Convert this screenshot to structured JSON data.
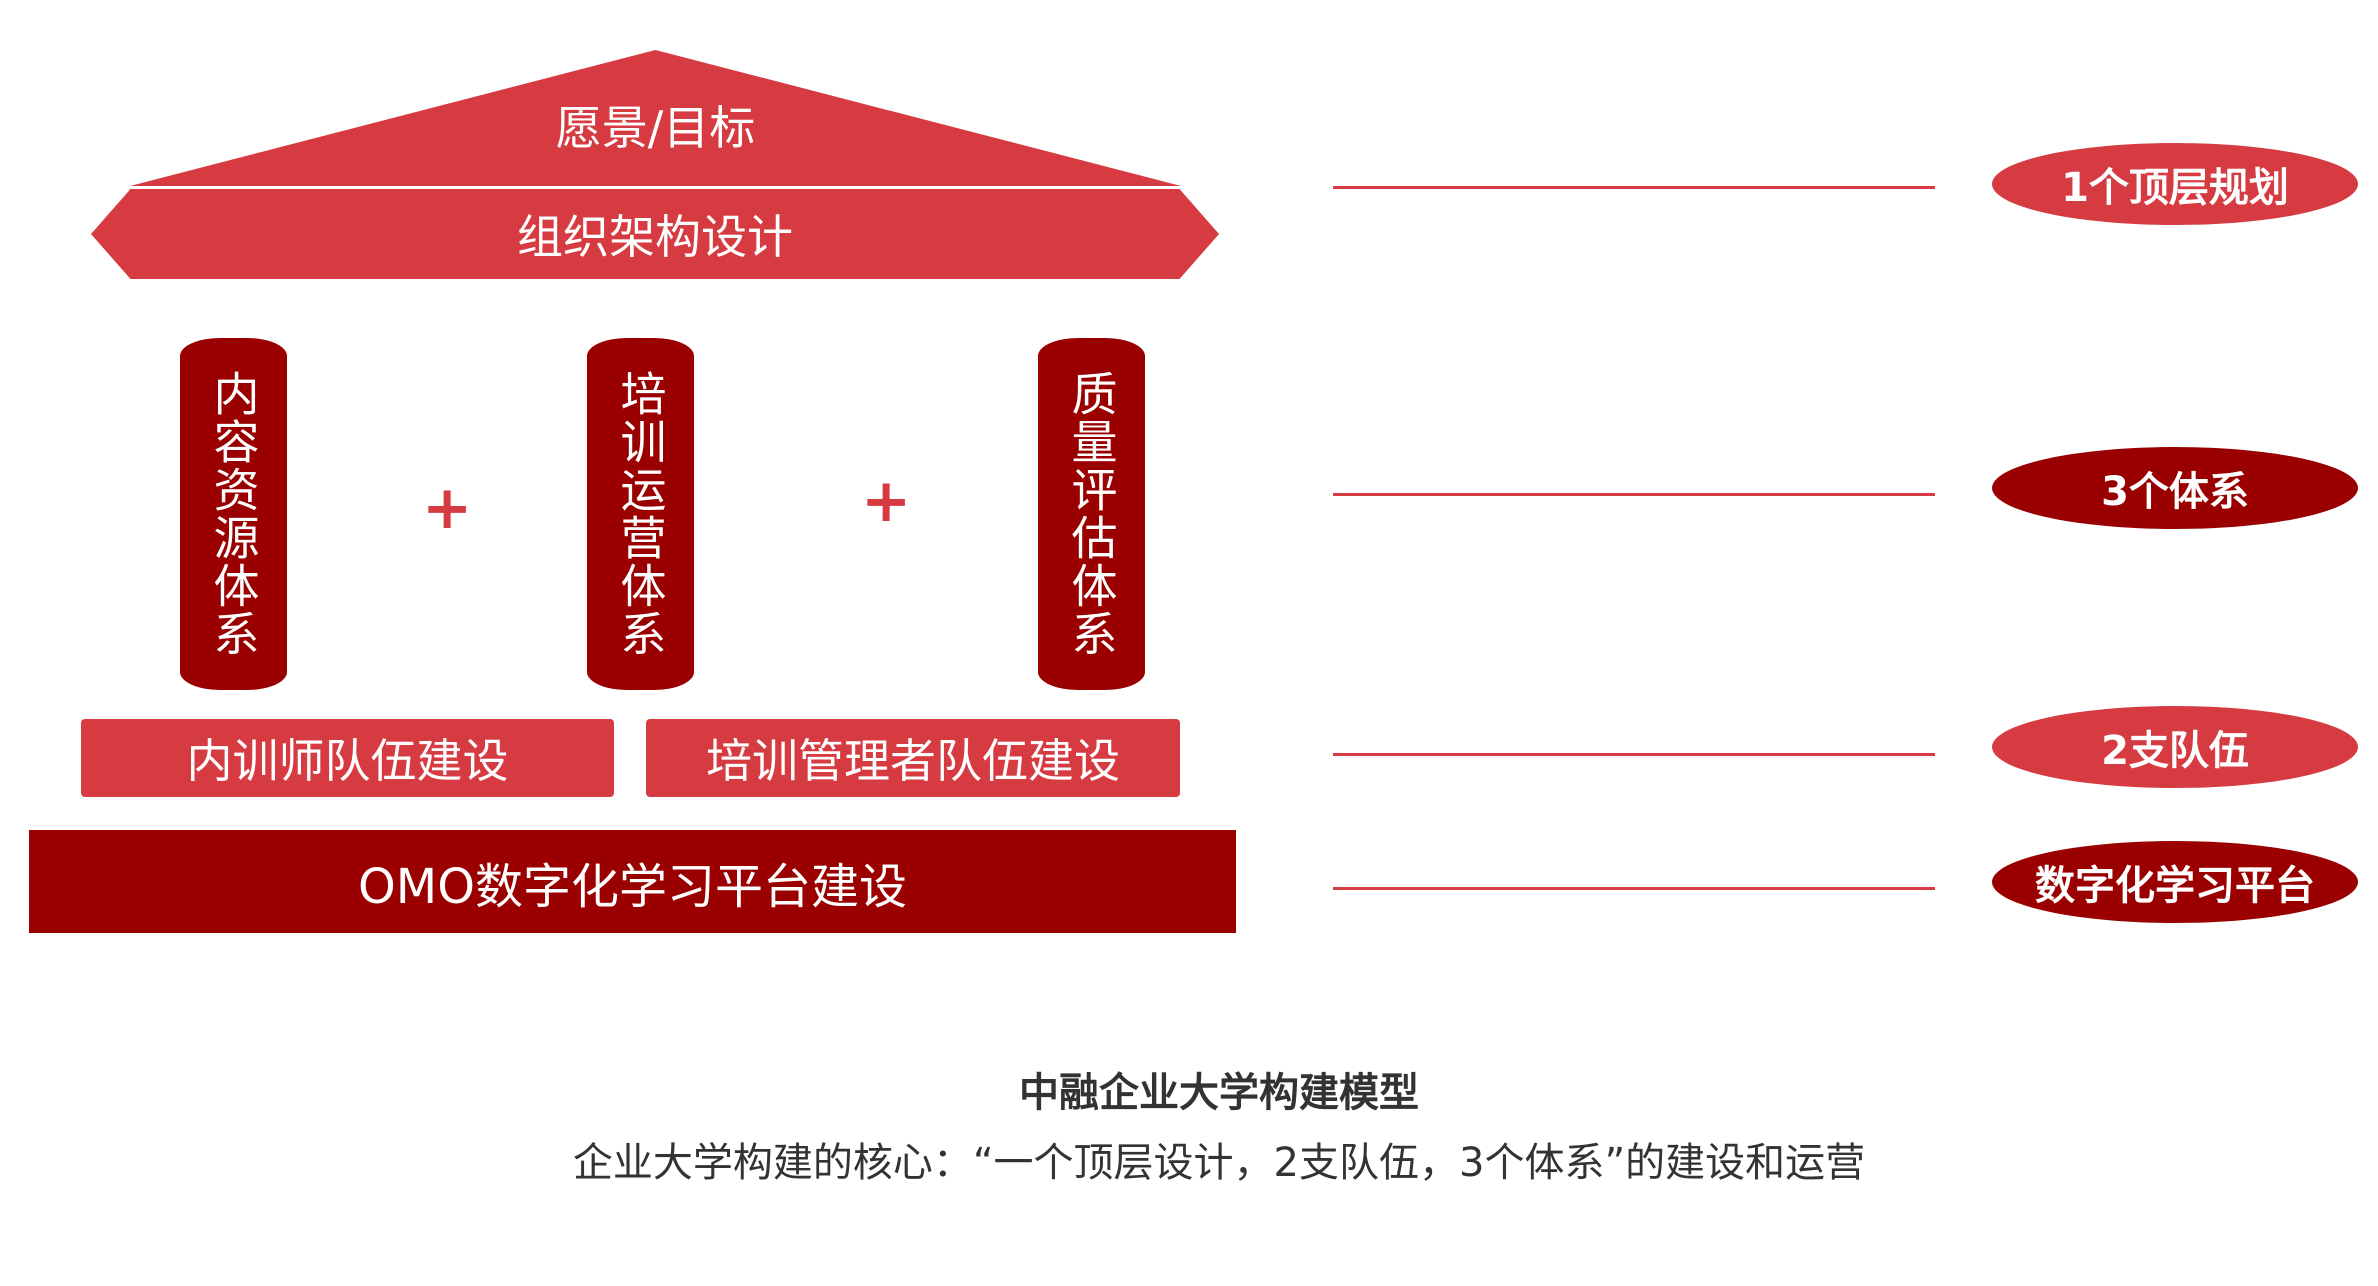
{
  "roof": {
    "label": "愿景/目标"
  },
  "org": {
    "label": "组织架构设计"
  },
  "pillars": [
    {
      "label": "内容资源体系"
    },
    {
      "label": "培训运营体系"
    },
    {
      "label": "质量评估体系"
    }
  ],
  "plus_sign": "+",
  "teams": [
    {
      "label": "内训师队伍建设"
    },
    {
      "label": "培训管理者队伍建设"
    }
  ],
  "platform": {
    "label": "OMO数字化学习平台建设"
  },
  "tags": [
    {
      "label": "1个顶层规划"
    },
    {
      "label": "3个体系"
    },
    {
      "label": "2支队伍"
    },
    {
      "label": "数字化学习平台"
    }
  ],
  "caption": {
    "title": "中融企业大学构建模型",
    "subtitle": "企业大学构建的核心：“一个顶层设计，2支队伍，3个体系”的建设和运营"
  },
  "colors": {
    "light_red": "#d63b41",
    "dark_red": "#9b0000"
  }
}
